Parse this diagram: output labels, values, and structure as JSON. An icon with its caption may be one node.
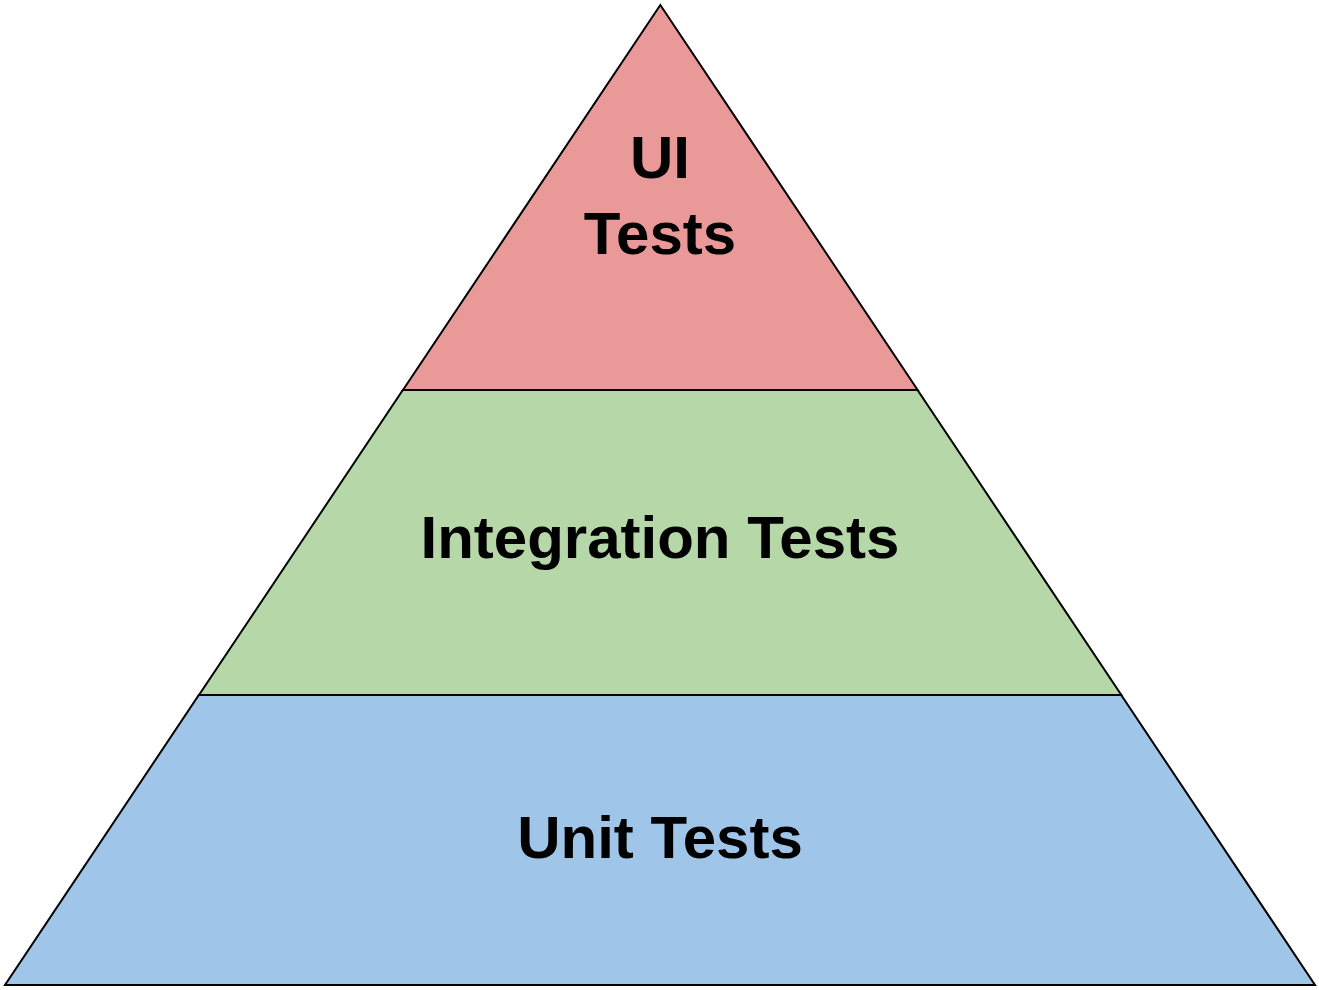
{
  "diagram": {
    "nodes": [
      {
        "text": [
          "UI Tests"
        ]
      },
      {
        "text": [
          "Integration Tests"
        ]
      },
      {
        "text": [
          "Unit Tests"
        ]
      }
    ]
  }
}
